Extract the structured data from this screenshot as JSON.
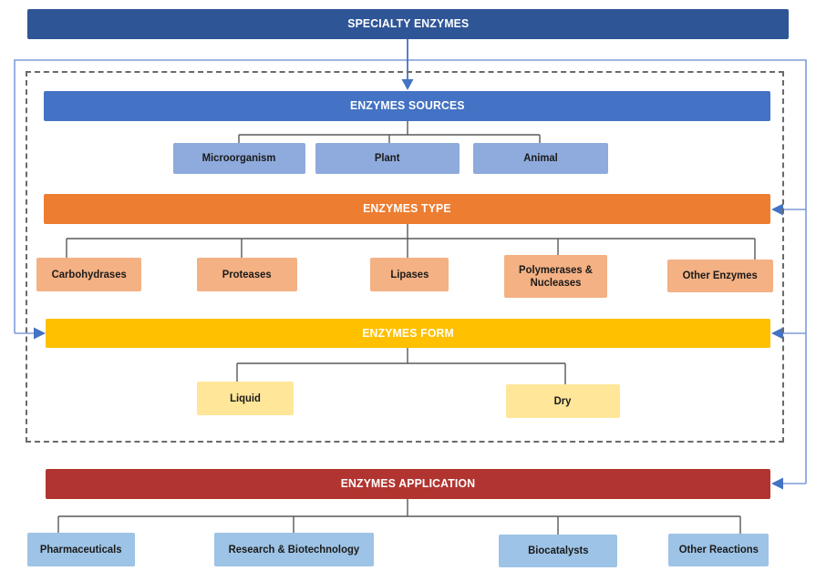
{
  "root_banner": {
    "label": "SPECIALTY ENZYMES",
    "color": "#2E5596"
  },
  "sections": [
    {
      "label": "ENZYMES SOURCES",
      "color": "#4472C4",
      "child_color": "#8FAADC",
      "children": [
        "Microorganism",
        "Plant",
        "Animal"
      ]
    },
    {
      "label": "ENZYMES TYPE",
      "color": "#ED7D31",
      "child_color": "#F4B183",
      "children": [
        "Carbohydrases",
        "Proteases",
        "Lipases",
        "Polymerases & Nucleases",
        "Other Enzymes"
      ]
    },
    {
      "label": "ENZYMES FORM",
      "color": "#FFC000",
      "child_color": "#FFE699",
      "children": [
        "Liquid",
        "Dry"
      ]
    },
    {
      "label": "ENZYMES APPLICATION",
      "color": "#B23430",
      "child_color": "#9DC3E6",
      "children": [
        "Pharmaceuticals",
        "Research & Biotechnology",
        "Biocatalysts",
        "Other Reactions"
      ]
    }
  ],
  "connector_colors": {
    "tree_lines": "#595959",
    "flow_lines": "#7F9CD9",
    "arrowheads": "#4472C4",
    "dashed_border": "#6A6A6A"
  }
}
